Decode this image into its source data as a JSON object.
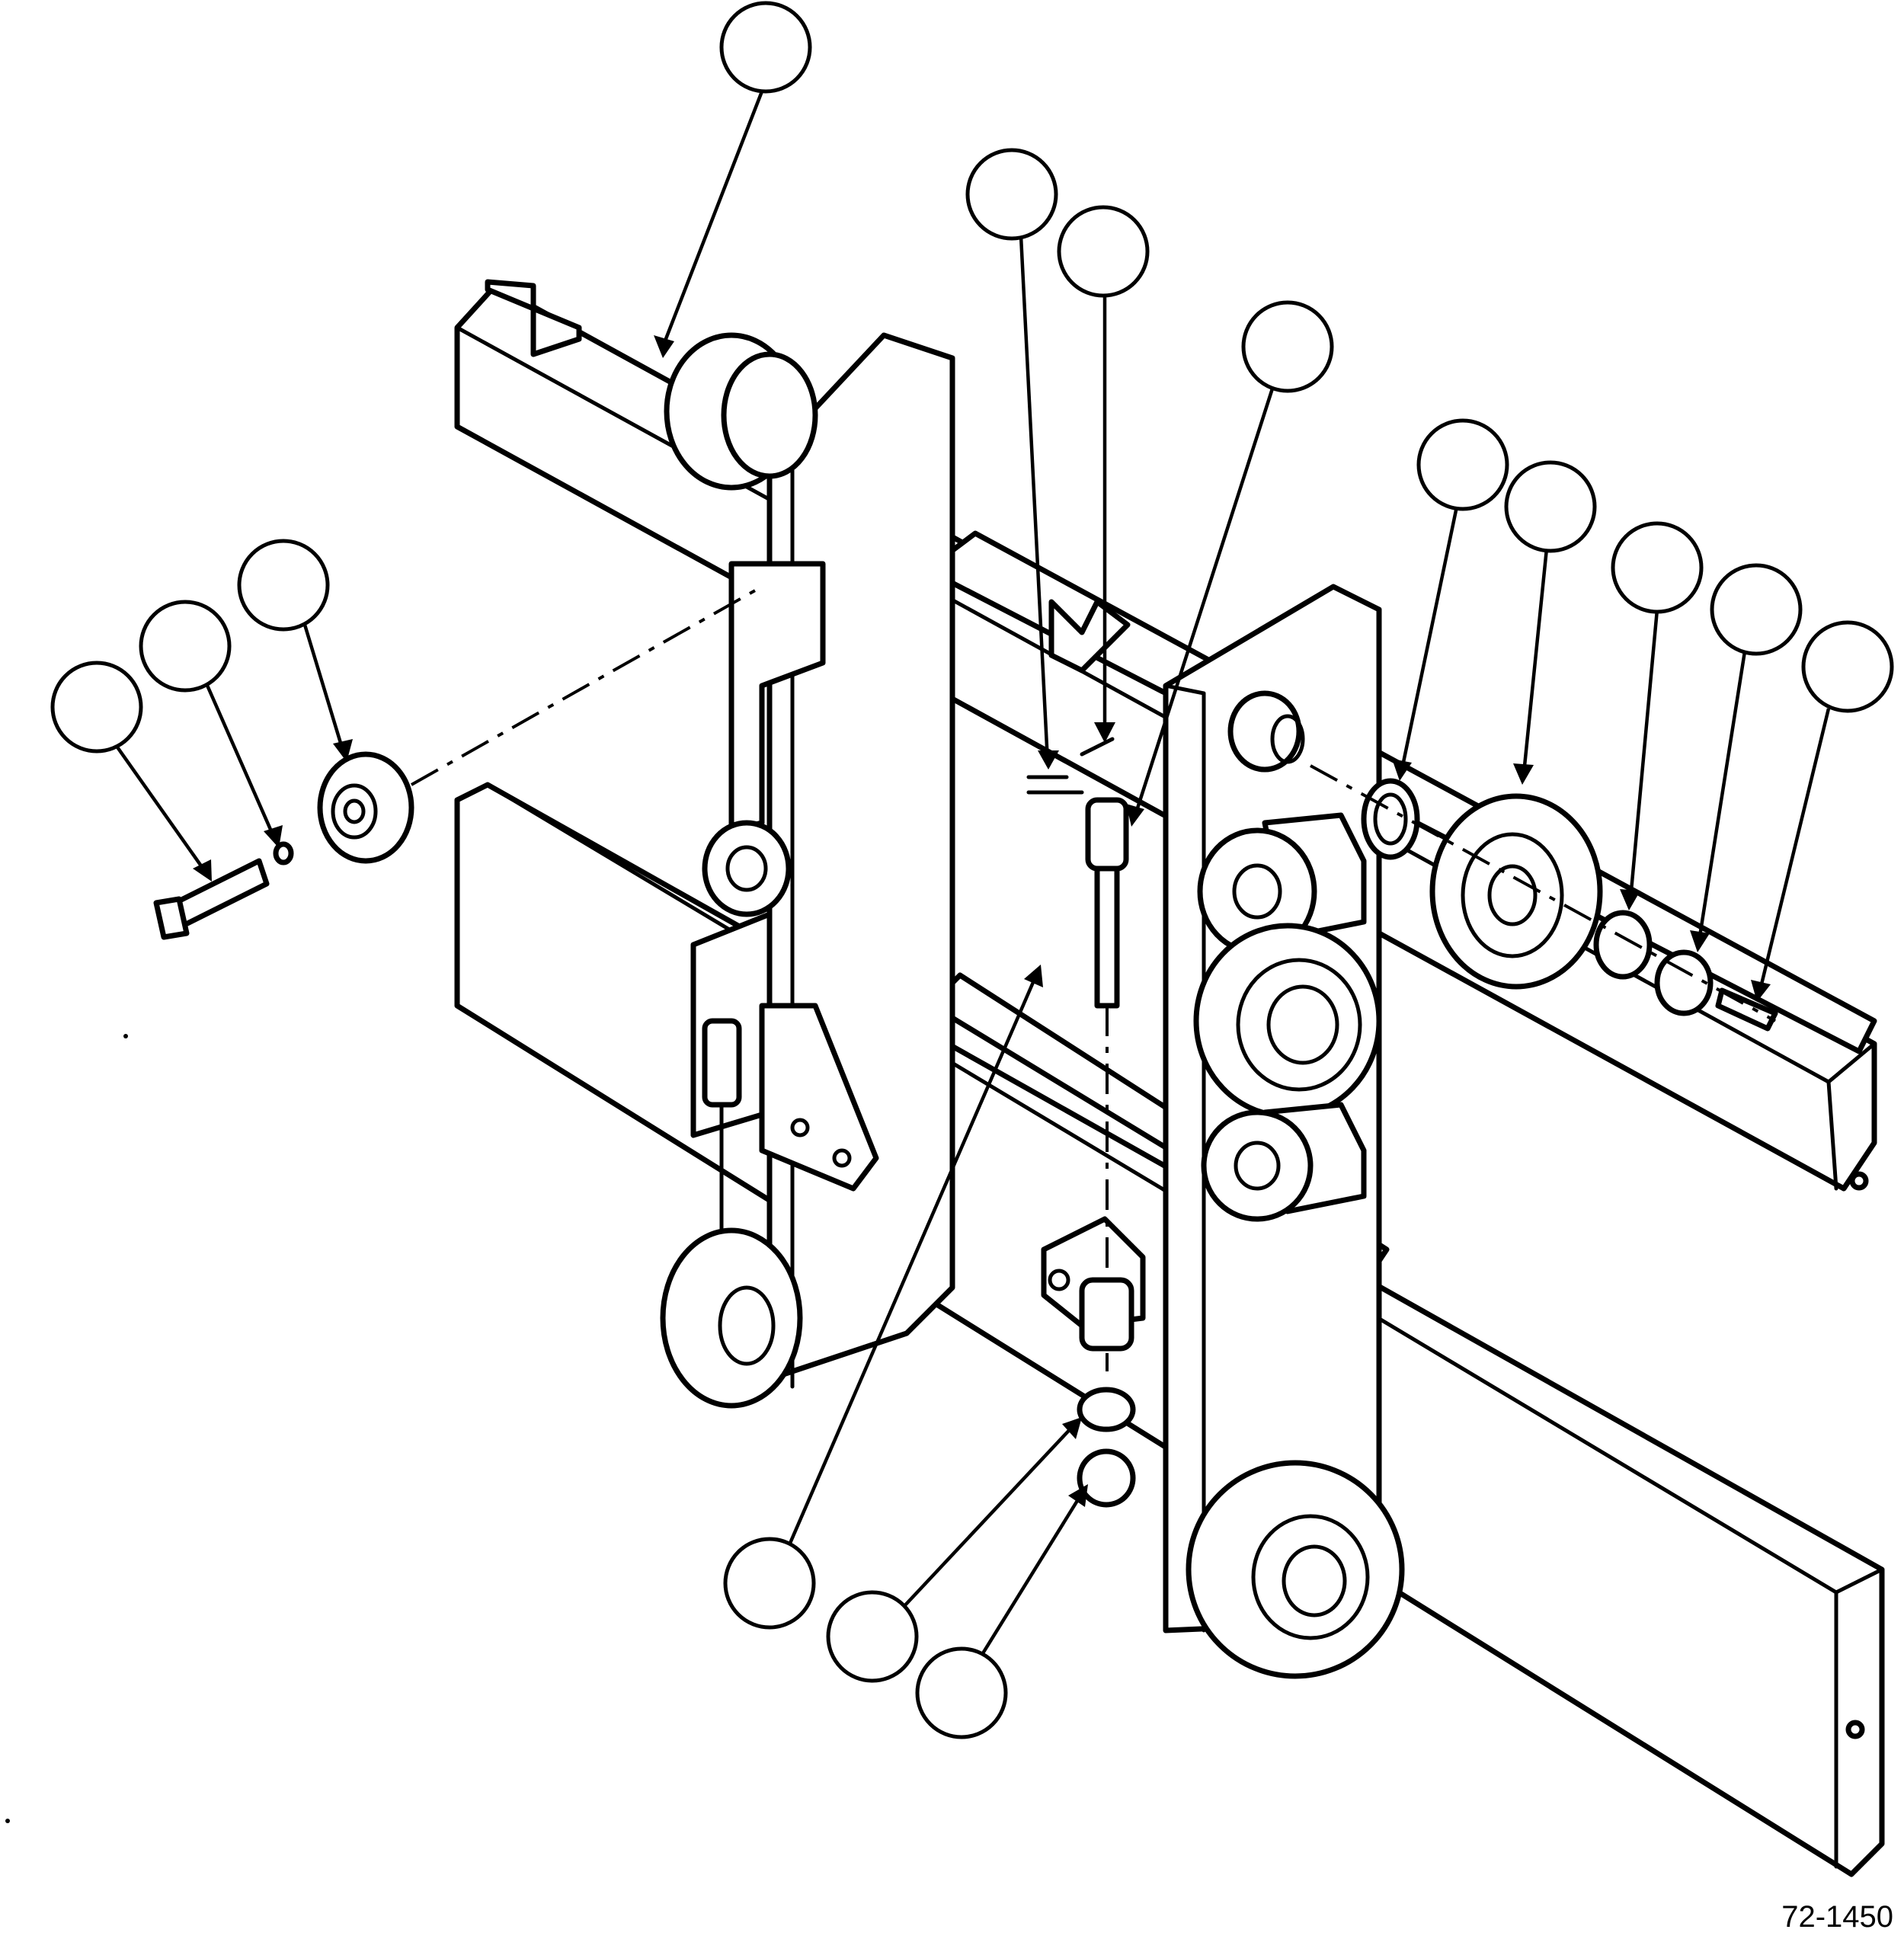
{
  "figure": {
    "figure_number": "72-1450",
    "callouts": [
      {
        "id": "c1",
        "label": ""
      },
      {
        "id": "c2",
        "label": ""
      },
      {
        "id": "c3",
        "label": ""
      },
      {
        "id": "c4",
        "label": ""
      },
      {
        "id": "c5",
        "label": ""
      },
      {
        "id": "c6",
        "label": ""
      },
      {
        "id": "c7",
        "label": ""
      },
      {
        "id": "c8",
        "label": ""
      },
      {
        "id": "c9",
        "label": ""
      },
      {
        "id": "c10",
        "label": ""
      },
      {
        "id": "c11",
        "label": ""
      },
      {
        "id": "c12",
        "label": ""
      },
      {
        "id": "c13",
        "label": ""
      },
      {
        "id": "c14",
        "label": ""
      },
      {
        "id": "c15",
        "label": ""
      },
      {
        "id": "c16",
        "label": ""
      }
    ]
  },
  "colors": {
    "line": "#000000",
    "background": "#ffffff"
  }
}
